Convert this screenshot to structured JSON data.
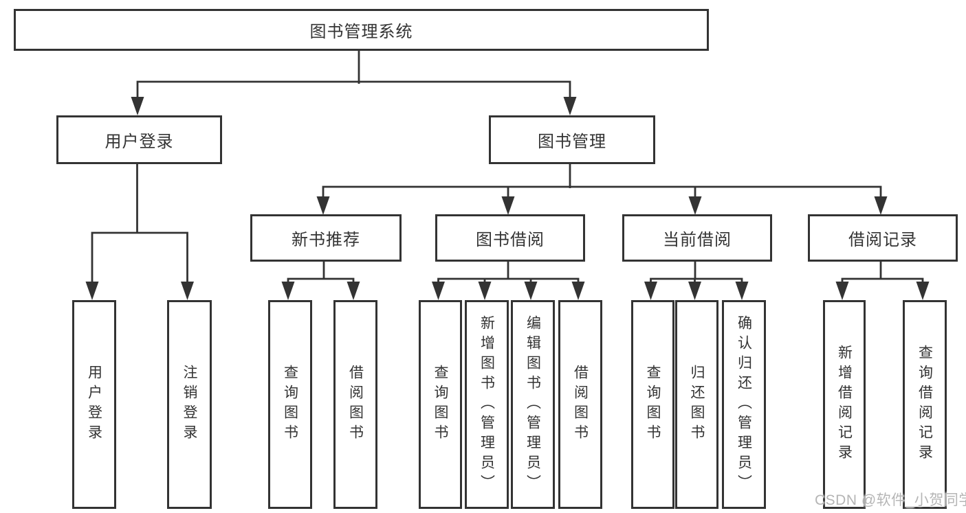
{
  "diagram": {
    "root": {
      "label": "图书管理系统"
    },
    "branches": [
      {
        "label": "用户登录",
        "children": [
          {
            "label": "用户登录"
          },
          {
            "label": "注销登录"
          }
        ]
      },
      {
        "label": "图书管理",
        "children": [
          {
            "label": "新书推荐",
            "children": [
              {
                "label": "查询图书"
              },
              {
                "label": "借阅图书"
              }
            ]
          },
          {
            "label": "图书借阅",
            "children": [
              {
                "label": "查询图书"
              },
              {
                "label": "新增图书（管理员）"
              },
              {
                "label": "编辑图书（管理员）"
              },
              {
                "label": "借阅图书"
              }
            ]
          },
          {
            "label": "当前借阅",
            "children": [
              {
                "label": "查询图书"
              },
              {
                "label": "归还图书"
              },
              {
                "label": "确认归还（管理员）"
              }
            ]
          },
          {
            "label": "借阅记录",
            "children": [
              {
                "label": "新增借阅记录"
              },
              {
                "label": "查询借阅记录"
              }
            ]
          }
        ]
      }
    ]
  },
  "watermark": {
    "text": "CSDN @软件_小贺同学"
  },
  "colors": {
    "line": "#333333",
    "text": "#333333",
    "box_background": "#ffffff",
    "watermark": "#b5b5b5",
    "page_background": "#ffffff"
  }
}
